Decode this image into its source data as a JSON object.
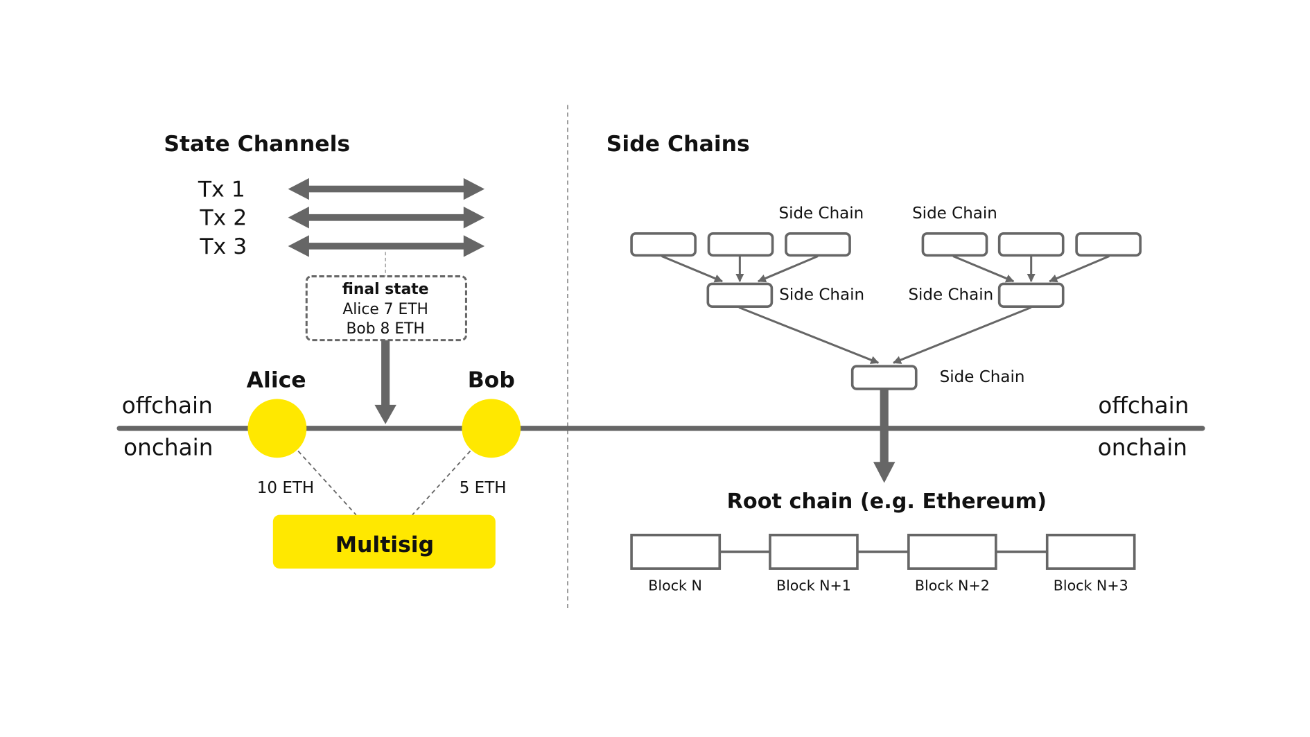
{
  "colors": {
    "line": "#666666",
    "yellow": "#FFE800",
    "text": "#111111"
  },
  "state_channels": {
    "title": "State Channels",
    "tx_labels": [
      "Tx 1",
      "Tx 2",
      "Tx 3"
    ],
    "final_state": {
      "title": "final state",
      "line1": "Alice 7 ETH",
      "line2": "Bob 8 ETH"
    },
    "alice": "Alice",
    "bob": "Bob",
    "alice_deposit": "10 ETH",
    "bob_deposit": "5 ETH",
    "multisig": "Multisig"
  },
  "layers": {
    "offchain": "offchain",
    "onchain": "onchain"
  },
  "side_chains": {
    "title": "Side Chains",
    "labels": [
      "Side Chain",
      "Side Chain",
      "Side Chain",
      "Side Chain",
      "Side Chain"
    ],
    "root_title": "Root chain (e.g. Ethereum)",
    "blocks": [
      "Block N",
      "Block N+1",
      "Block N+2",
      "Block N+3"
    ]
  }
}
